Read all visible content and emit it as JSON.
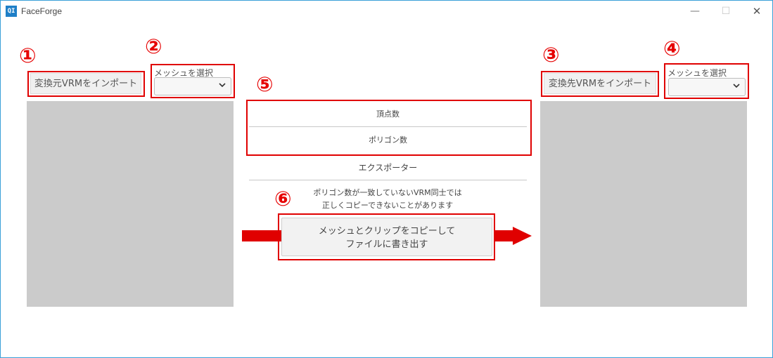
{
  "window": {
    "title": "FaceForge",
    "icon_text": "QI"
  },
  "window_controls": {
    "minimize": "—",
    "maximize": "☐",
    "close": "✕"
  },
  "annotations": [
    "①",
    "②",
    "③",
    "④",
    "⑤",
    "⑥"
  ],
  "source": {
    "import_label": "変換元VRMをインポート",
    "mesh_label": "メッシュを選択",
    "mesh_value": ""
  },
  "target": {
    "import_label": "変換先VRMをインポート",
    "mesh_label": "メッシュを選択",
    "mesh_value": ""
  },
  "info": {
    "vertex_label": "頂点数",
    "polygon_label": "ポリゴン数",
    "exporter_label": "エクスポーター"
  },
  "note": {
    "line1": "ポリゴン数が一致していないVRM同士では",
    "line2": "正しくコピーできないことがあります"
  },
  "export_button": {
    "line1": "メッシュとクリップをコピーして",
    "line2": "ファイルに書き出す"
  },
  "colors": {
    "accent_red": "#e00000",
    "window_border": "#3aa0d8",
    "preview_gray": "#cbcbcb"
  }
}
